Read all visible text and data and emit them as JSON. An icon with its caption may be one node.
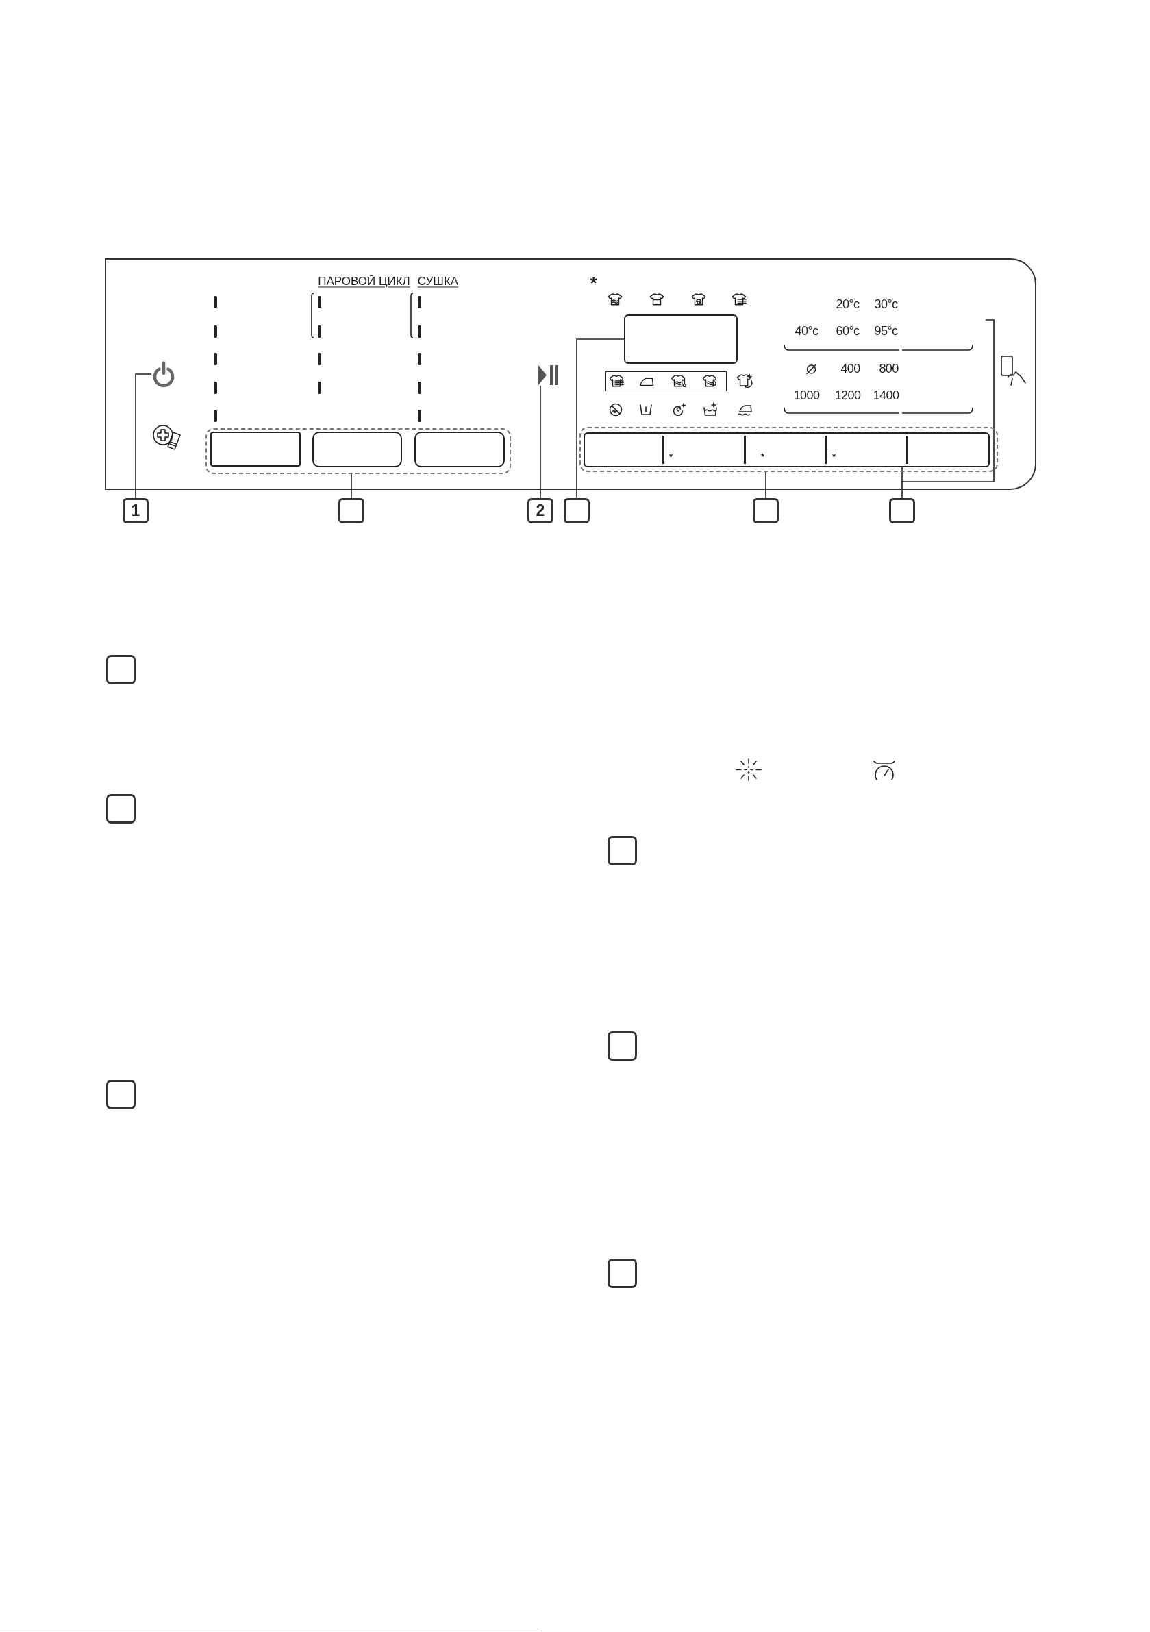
{
  "diagram": {
    "nodes": [
      {
        "text": [],
        "shape": "box"
      },
      {
        "text": [],
        "shape": "picture",
        "in": 0
      },
      {
        "text": [],
        "shape": "box",
        "in": 0
      },
      {
        "text": [],
        "shape": "picture",
        "in": 0
      },
      {
        "text": [],
        "shape": "box",
        "in": 0
      },
      {
        "text": [],
        "shape": "box",
        "in": 0
      },
      {
        "text": [
          "1"
        ]
      },
      {
        "text": [],
        "shape": "box"
      },
      {
        "text": [
          "2"
        ]
      },
      {
        "text": [],
        "shape": "box"
      },
      {
        "text": [],
        "shape": "box"
      },
      {
        "text": [],
        "shape": "box"
      },
      {
        "text": [],
        "shape": "box"
      },
      {
        "text": [],
        "shape": "box"
      },
      {
        "text": [],
        "shape": "box"
      },
      {
        "text": [],
        "shape": "box"
      },
      {
        "text": [],
        "shape": "box"
      },
      {
        "text": [],
        "shape": "box"
      }
    ],
    "edges": [
      {
        "from": 6,
        "to": 1,
        "arrow": "none"
      },
      {
        "from": 7,
        "to": 2,
        "arrow": "none"
      },
      {
        "from": 8,
        "to": 3,
        "arrow": "none"
      },
      {
        "from": 9,
        "to": 4,
        "arrow": "none"
      },
      {
        "from": 10,
        "to": 5,
        "arrow": "none"
      },
      {
        "from": 11,
        "to": null,
        "arrow": "none"
      }
    ],
    "labels": [
      "ПАРОВОЙ ЦИКЛ",
      "СУШКА",
      "*",
      "20°c",
      "30°c",
      "40°c",
      "60°c",
      "95°c",
      "400",
      "800",
      "1000",
      "1200",
      "1400",
      "*",
      "*",
      "*"
    ]
  }
}
